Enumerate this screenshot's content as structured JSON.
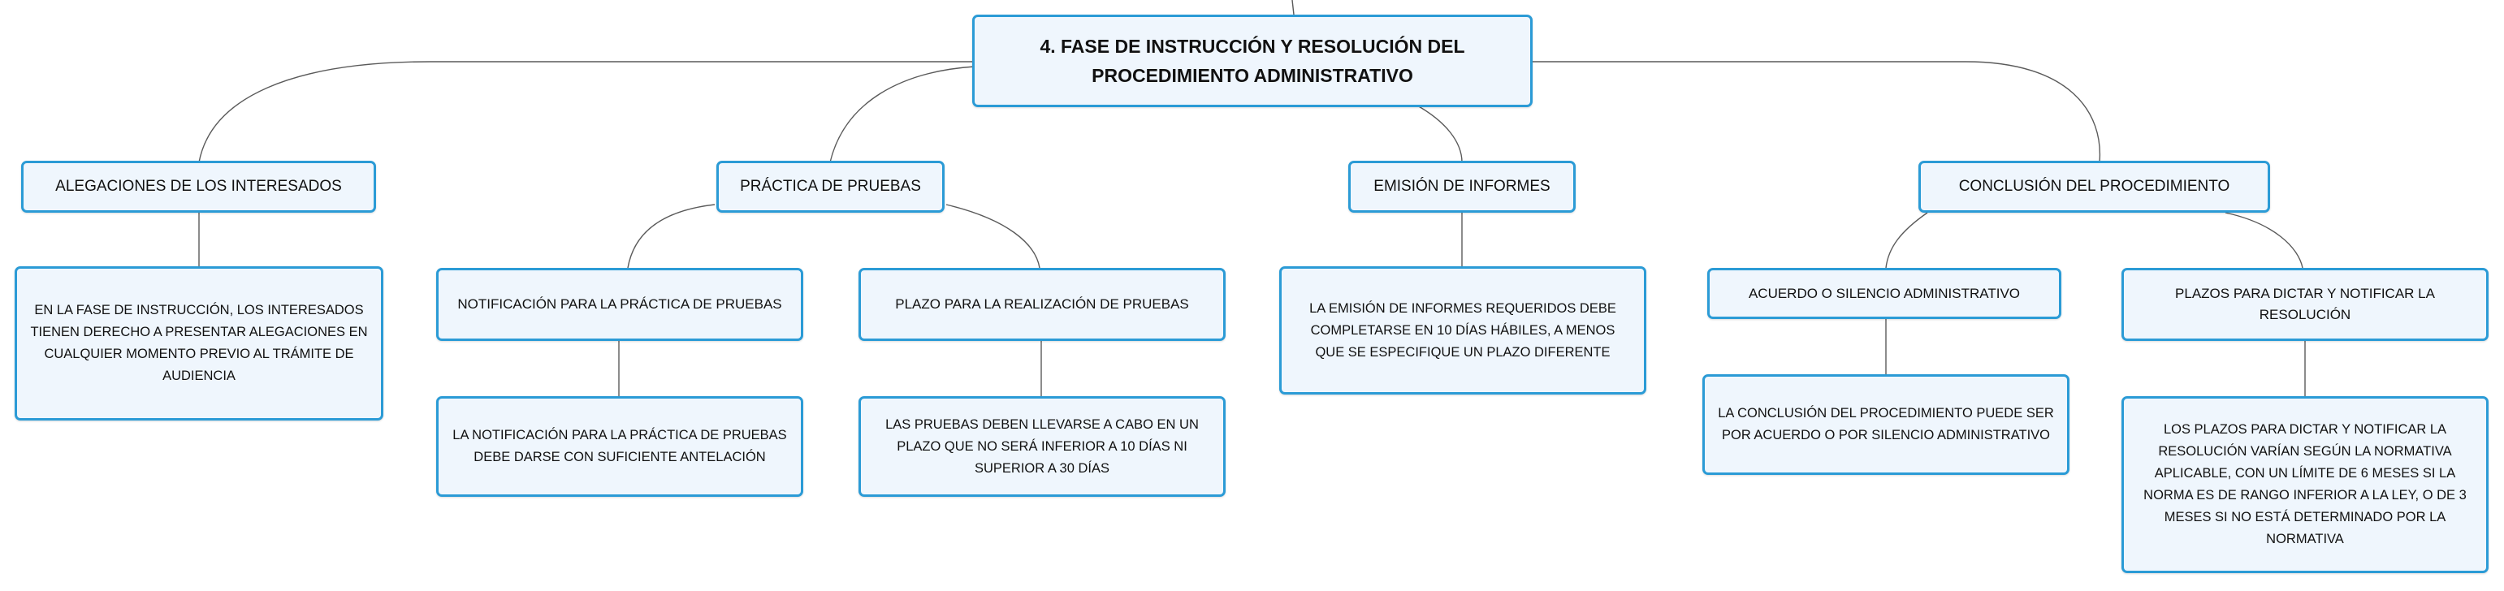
{
  "root": {
    "title": "4. FASE DE INSTRUCCIÓN Y RESOLUCIÓN DEL PROCEDIMIENTO ADMINISTRATIVO"
  },
  "branches": [
    {
      "label": "ALEGACIONES DE LOS INTERESADOS",
      "detail": "EN LA FASE DE INSTRUCCIÓN, LOS INTERESADOS TIENEN DERECHO A PRESENTAR ALEGACIONES EN CUALQUIER MOMENTO PREVIO AL TRÁMITE DE AUDIENCIA"
    },
    {
      "label": "PRÁCTICA DE PRUEBAS",
      "children": [
        {
          "label": "NOTIFICACIÓN PARA LA PRÁCTICA DE PRUEBAS",
          "detail": "LA NOTIFICACIÓN PARA LA PRÁCTICA DE PRUEBAS DEBE DARSE CON SUFICIENTE ANTELACIÓN"
        },
        {
          "label": "PLAZO PARA LA REALIZACIÓN DE PRUEBAS",
          "detail": "LAS PRUEBAS DEBEN LLEVARSE A CABO EN UN PLAZO QUE NO SERÁ INFERIOR A 10 DÍAS NI SUPERIOR A 30 DÍAS"
        }
      ]
    },
    {
      "label": "EMISIÓN DE INFORMES",
      "detail": "LA EMISIÓN DE INFORMES REQUERIDOS DEBE COMPLETARSE EN 10 DÍAS HÁBILES, A MENOS QUE SE ESPECIFIQUE UN PLAZO DIFERENTE"
    },
    {
      "label": "CONCLUSIÓN DEL PROCEDIMIENTO",
      "children": [
        {
          "label": "ACUERDO O SILENCIO ADMINISTRATIVO",
          "detail": "LA CONCLUSIÓN DEL PROCEDIMIENTO PUEDE SER POR ACUERDO O POR SILENCIO ADMINISTRATIVO"
        },
        {
          "label": "PLAZOS PARA DICTAR Y NOTIFICAR LA RESOLUCIÓN",
          "detail": "LOS PLAZOS PARA DICTAR Y NOTIFICAR LA RESOLUCIÓN VARÍAN SEGÚN LA NORMATIVA APLICABLE, CON UN LÍMITE DE 6 MESES SI LA NORMA ES DE RANGO INFERIOR A LA LEY, O DE 3 MESES SI NO ESTÁ DETERMINADO POR LA NORMATIVA"
        }
      ]
    }
  ]
}
